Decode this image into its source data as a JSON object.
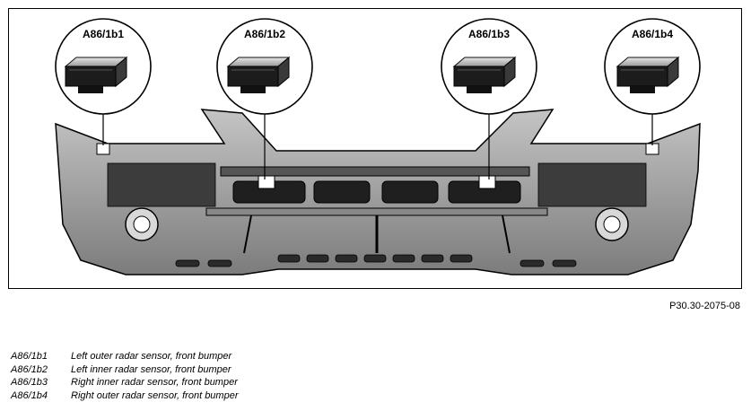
{
  "figure": {
    "reference": "P30.30-2075-08",
    "callouts": [
      {
        "code": "A86/1b1"
      },
      {
        "code": "A86/1b2"
      },
      {
        "code": "A86/1b3"
      },
      {
        "code": "A86/1b4"
      }
    ]
  },
  "legend": [
    {
      "code": "A86/1b1",
      "description": "Left outer radar sensor, front bumper"
    },
    {
      "code": "A86/1b2",
      "description": "Left inner radar sensor, front bumper"
    },
    {
      "code": "A86/1b3",
      "description": "Right inner radar sensor, front bumper"
    },
    {
      "code": "A86/1b4",
      "description": "Right outer radar sensor, front bumper"
    }
  ]
}
